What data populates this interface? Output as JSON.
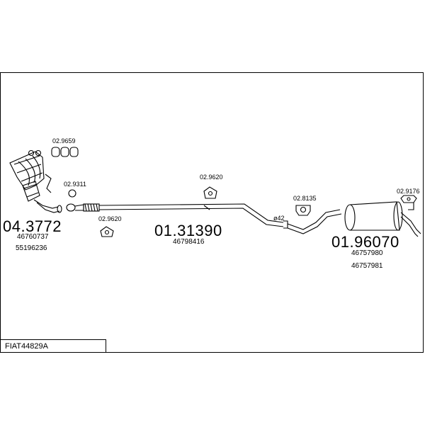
{
  "diagram_code": "FIAT44829A",
  "parts": {
    "manifold": {
      "number": "04.3772",
      "oe1": "46760737",
      "oe2": "55196236"
    },
    "gasket_set": {
      "number": "02.9659"
    },
    "ring": {
      "number": "02.9311"
    },
    "hanger_left": {
      "number": "02.9620"
    },
    "middle_pipe": {
      "number": "01.31390",
      "oe": "46798416"
    },
    "hanger_middle": {
      "number": "02.9620"
    },
    "diameter_mark": {
      "text": "ø42"
    },
    "clamp": {
      "number": "02.8135"
    },
    "rear_muffler": {
      "number": "01.96070",
      "oe1": "46757980",
      "oe2": "46757981"
    },
    "hanger_rear": {
      "number": "02.9176"
    }
  },
  "colors": {
    "line": "#000000",
    "background": "#ffffff"
  }
}
